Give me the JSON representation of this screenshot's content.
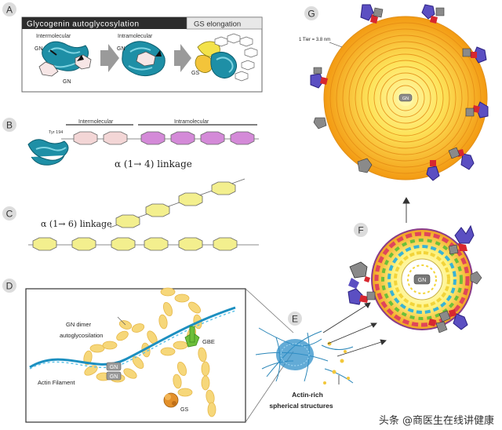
{
  "panels": {
    "A": {
      "badge": "A",
      "header_left": "Glycogenin autoglycosylation",
      "header_right": "GS elongation",
      "sub_left": "Intermolecular",
      "sub_mid": "Intramolecular",
      "gn_labels": [
        "GN",
        "GN",
        "GN"
      ],
      "gs_label": "GS"
    },
    "B": {
      "badge": "B",
      "tyr": "Tyr 194",
      "intermolecular": "Intermolecular",
      "intramolecular": "Intramolecular",
      "linkage": "α (1→ 4) linkage"
    },
    "C": {
      "badge": "C",
      "linkage": "α (1→ 6) linkage"
    },
    "D": {
      "badge": "D",
      "dimer_line1": "GN dimer",
      "dimer_line2": "autoglycosilation",
      "gbe": "GBE",
      "gn_top": "GN",
      "gn_bottom": "GN",
      "actin": "Actin Filament",
      "gs": "GS"
    },
    "E": {
      "badge": "E",
      "caption_line1": "Actin-rich",
      "caption_line2": "spherical structures"
    },
    "F": {
      "badge": "F",
      "core": "GN"
    },
    "G": {
      "badge": "G",
      "tier_note": "1 Tier = 3.8 nm",
      "core": "GN"
    }
  },
  "watermark": "头条 @商医生在线讲健康",
  "colors": {
    "teal": "#1e8fa6",
    "pink_glucose": "#f3d6d6",
    "magenta_glucose": "#d48ad8",
    "yellow_glucose": "#f3ef8e",
    "orange_ring": "#f2a51c",
    "yellow_ring": "#fde35a",
    "actin_blue": "#1c8fc0",
    "badge_gray": "#dcdcdc"
  }
}
